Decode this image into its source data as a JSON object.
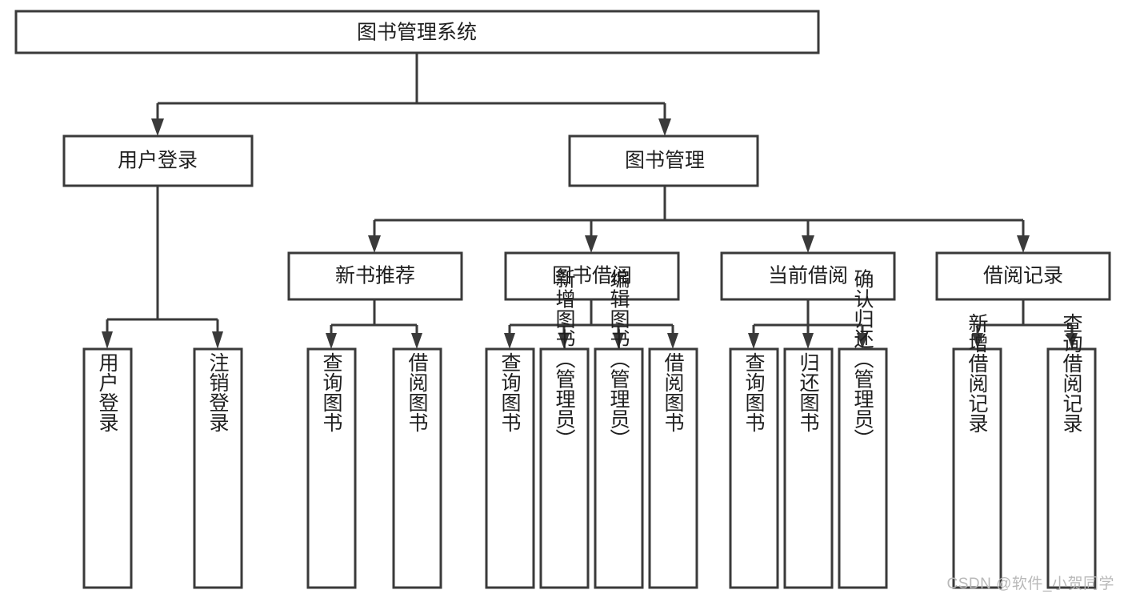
{
  "diagram": {
    "type": "tree",
    "title": "图书管理系统",
    "orientation": "top-down",
    "colors": {
      "stroke": "#3a3a3a",
      "fill": "#ffffff",
      "text": "#1f1f1f",
      "watermark": "#b9b9b9",
      "background": "#ffffff"
    },
    "root": {
      "label": "图书管理系统",
      "orient": "horizontal"
    },
    "level2": [
      {
        "label": "用户登录",
        "orient": "horizontal"
      },
      {
        "label": "图书管理",
        "orient": "horizontal"
      }
    ],
    "level3": [
      {
        "label": "新书推荐",
        "orient": "horizontal"
      },
      {
        "label": "图书借阅",
        "orient": "horizontal"
      },
      {
        "label": "当前借阅",
        "orient": "horizontal"
      },
      {
        "label": "借阅记录",
        "orient": "horizontal"
      }
    ],
    "leaves": {
      "user_login": [
        {
          "label": "用户登录",
          "orient": "vertical"
        },
        {
          "label": "注销登录",
          "orient": "vertical"
        }
      ],
      "new_book_recommend": [
        {
          "label": "查询图书",
          "orient": "vertical"
        },
        {
          "label": "借阅图书",
          "orient": "vertical"
        }
      ],
      "book_borrow": [
        {
          "label": "查询图书",
          "orient": "vertical"
        },
        {
          "label": "新增图书（管理员）",
          "orient": "vertical"
        },
        {
          "label": "编辑图书（管理员）",
          "orient": "vertical"
        },
        {
          "label": "借阅图书",
          "orient": "vertical"
        }
      ],
      "current_borrow": [
        {
          "label": "查询图书",
          "orient": "vertical"
        },
        {
          "label": "归还图书",
          "orient": "vertical"
        },
        {
          "label": "确认归还（管理员）",
          "orient": "vertical"
        }
      ],
      "borrow_record": [
        {
          "label": "新增借阅记录",
          "orient": "vertical"
        },
        {
          "label": "查询借阅记录",
          "orient": "vertical"
        }
      ]
    }
  },
  "watermark": {
    "text": "CSDN @软件_小贺同学"
  }
}
